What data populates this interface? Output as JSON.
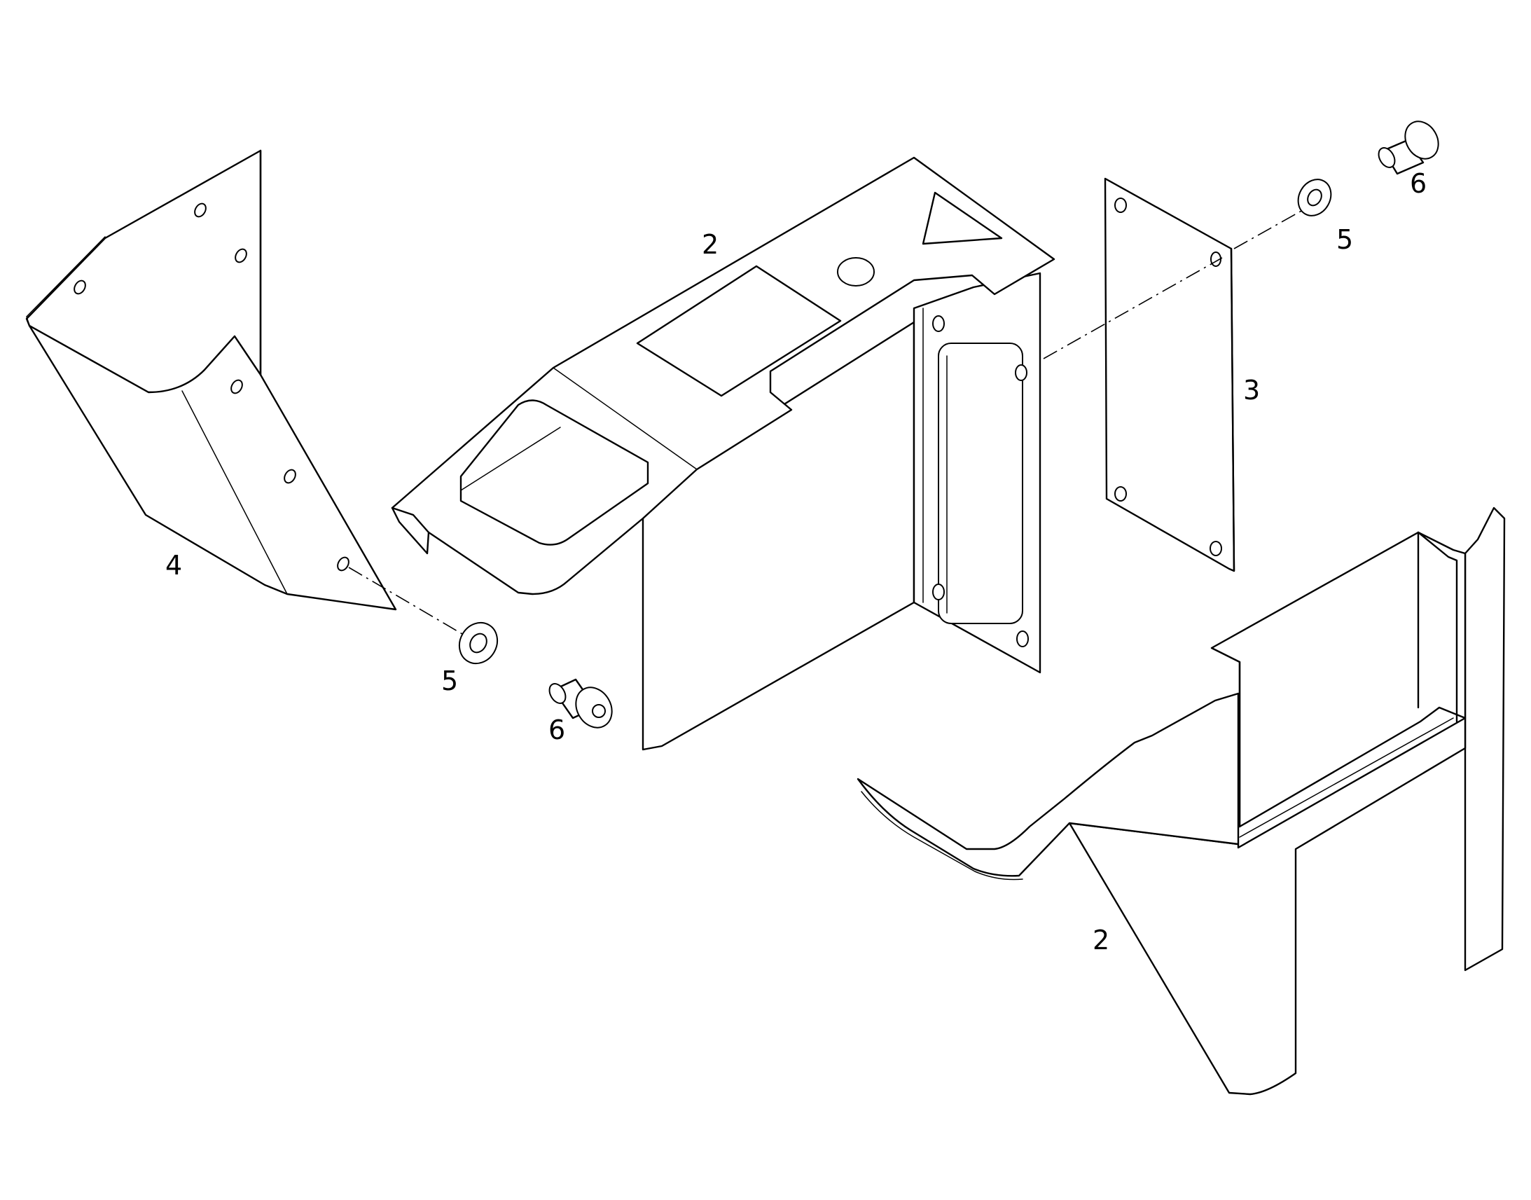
{
  "callouts": {
    "c_top_bracket": "2",
    "c_lower_bracket": "2",
    "c_cover_plate": "3",
    "c_angle_bracket": "4",
    "c_washer_left": "5",
    "c_washer_right": "5",
    "c_screw_left": "6",
    "c_screw_right": "6"
  },
  "colors": {
    "line": "#000000",
    "background": "#ffffff"
  }
}
